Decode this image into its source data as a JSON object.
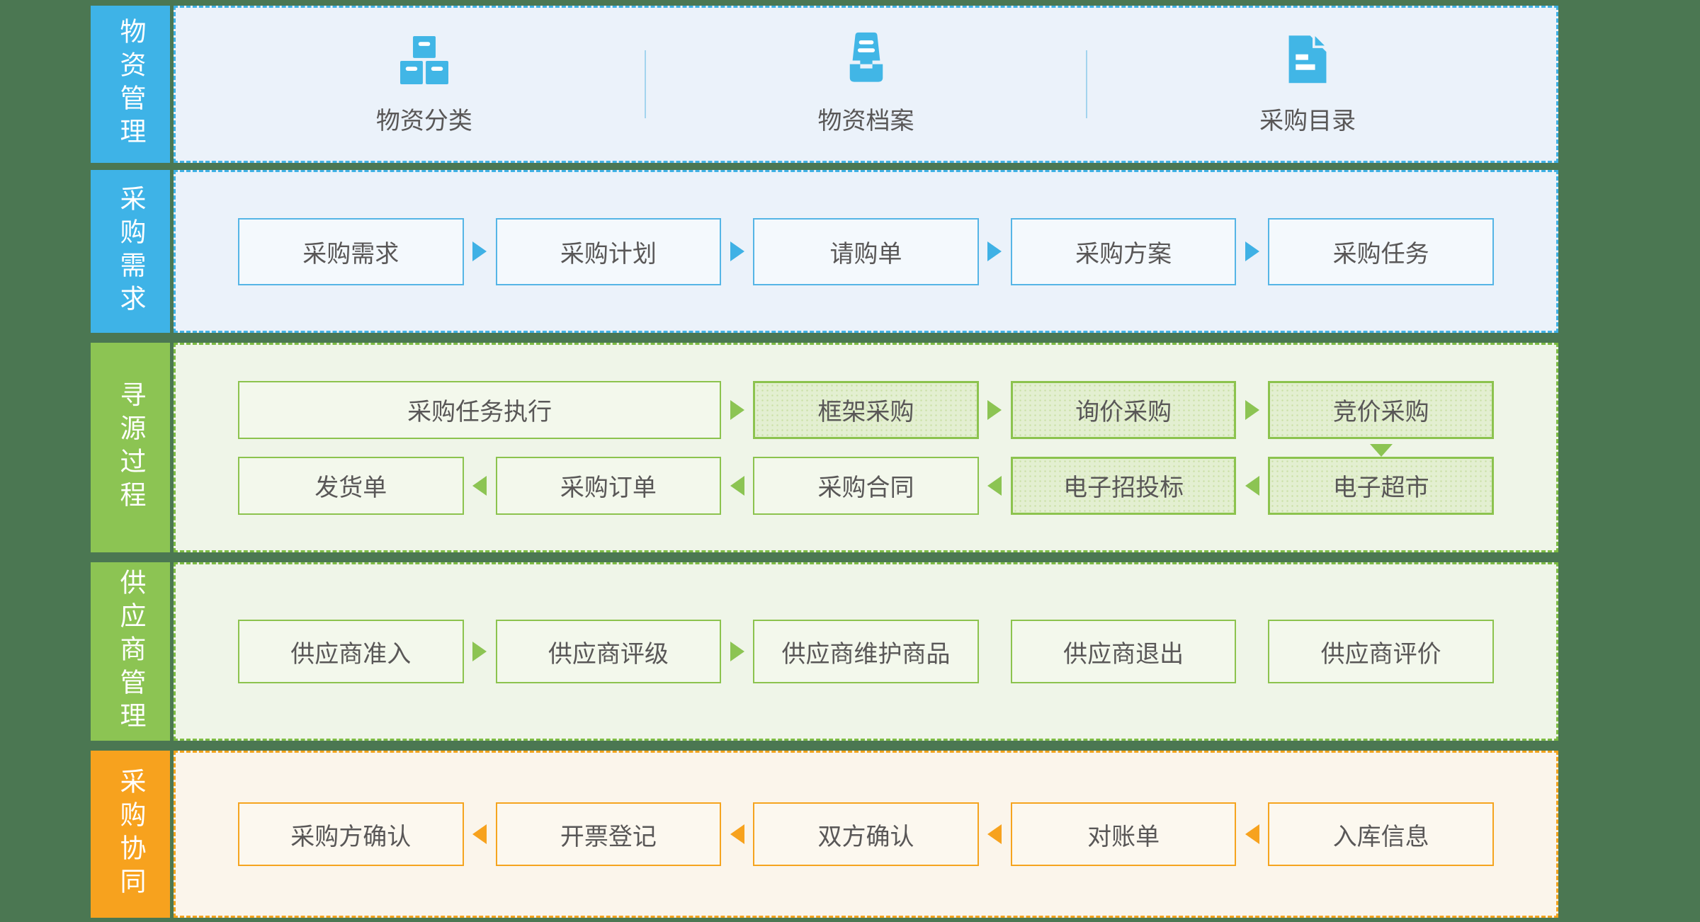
{
  "colors": {
    "blue_bar": "#3EB3E7",
    "blue_border": "#55B5E6",
    "blue_panel_bg": "#EBF2FA",
    "green_bar": "#8CC453",
    "green_border": "#8CC34E",
    "green_panel_bg": "#EFF5E8",
    "green_shaded_box": "#E3EFD1",
    "orange_bar": "#F7A21E",
    "orange_border": "#F5A41F",
    "orange_panel_bg": "#FBF5EB",
    "box_text": "#595757",
    "backdrop": "#4B7752",
    "icon_blue": "#41B6E6"
  },
  "bands": [
    {
      "id": "material-management",
      "label": "物资管理",
      "theme": "blue",
      "items": [
        {
          "icon": "boxes-icon",
          "label": "物资分类"
        },
        {
          "icon": "archive-icon",
          "label": "物资档案"
        },
        {
          "icon": "document-icon",
          "label": "采购目录"
        }
      ]
    },
    {
      "id": "purchase-demand",
      "label": "采购需求",
      "theme": "blue",
      "flow_direction": "right",
      "steps": [
        "采购需求",
        "采购计划",
        "请购单",
        "采购方案",
        "采购任务"
      ]
    },
    {
      "id": "sourcing-process",
      "label": "寻源过程",
      "theme": "green",
      "rows": [
        {
          "direction": "right",
          "steps": [
            "采购任务执行",
            "框架采购",
            "询价采购",
            "竞价采购"
          ],
          "shaded": [
            false,
            true,
            true,
            true
          ],
          "first_step_spans_two_columns": true
        },
        {
          "direction": "left",
          "steps": [
            "发货单",
            "采购订单",
            "采购合同",
            "电子招投标",
            "电子超市"
          ],
          "shaded": [
            false,
            false,
            false,
            true,
            true
          ]
        }
      ],
      "connector": {
        "from": "竞价采购",
        "to": "电子超市",
        "direction": "down"
      }
    },
    {
      "id": "supplier-management",
      "label": "供应商管理",
      "theme": "green",
      "flow_direction": "right",
      "steps": [
        "供应商准入",
        "供应商评级",
        "供应商维护商品",
        "供应商退出",
        "供应商评价"
      ],
      "arrows_after_steps": [
        0,
        1
      ]
    },
    {
      "id": "purchase-collaboration",
      "label": "采购协同",
      "theme": "orange",
      "flow_direction": "left",
      "steps": [
        "采购方确认",
        "开票登记",
        "双方确认",
        "对账单",
        "入库信息"
      ]
    }
  ]
}
